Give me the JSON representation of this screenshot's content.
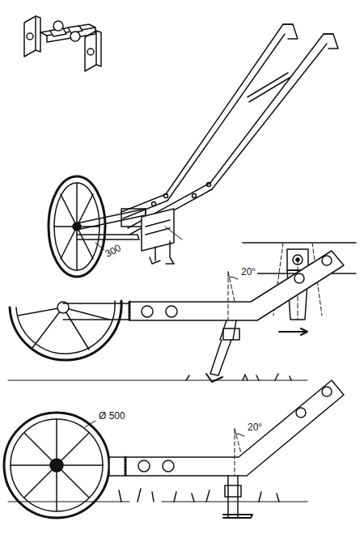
{
  "diagram": {
    "labels": [
      "300",
      "20°",
      "Ø 500",
      "20°"
    ]
  }
}
